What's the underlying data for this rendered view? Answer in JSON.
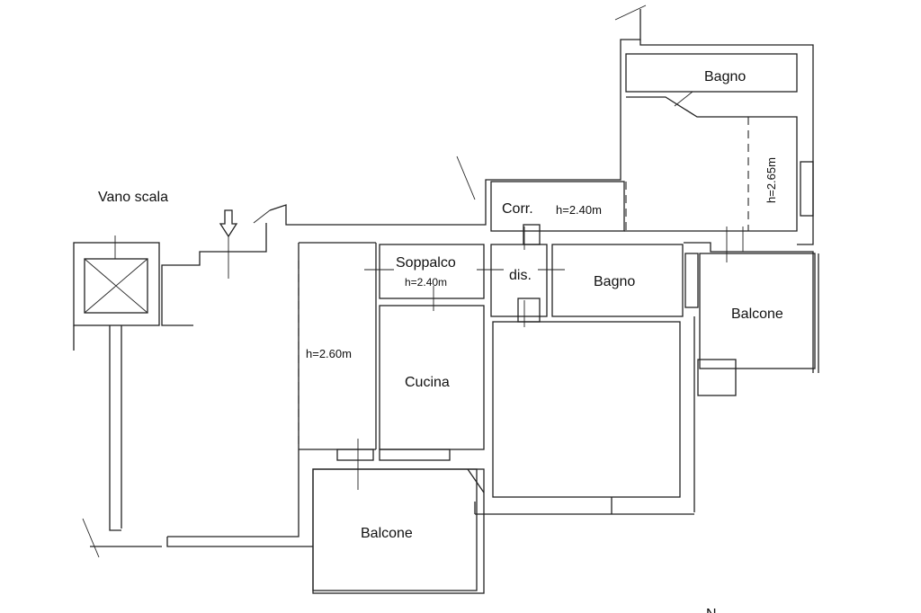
{
  "rooms": {
    "vano_scala": "Vano scala",
    "bagno_top": "Bagno",
    "corr": "Corr.",
    "soppalco": "Soppalco",
    "dis": "dis.",
    "bagno_mid": "Bagno",
    "balcone_right": "Balcone",
    "cucina": "Cucina",
    "balcone_bottom": "Balcone"
  },
  "heights": {
    "corr": "h=2.40m",
    "bagno_top": "h=2.65m",
    "soppalco": "h=2.40m",
    "main_room": "h=2.60m"
  },
  "north_label": "N"
}
